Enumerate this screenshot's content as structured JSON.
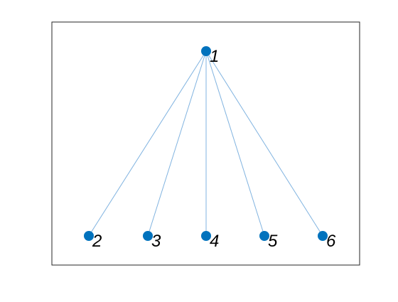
{
  "graph": {
    "nodes": [
      {
        "id": "1",
        "label": "1"
      },
      {
        "id": "2",
        "label": "2"
      },
      {
        "id": "3",
        "label": "3"
      },
      {
        "id": "4",
        "label": "4"
      },
      {
        "id": "5",
        "label": "5"
      },
      {
        "id": "6",
        "label": "6"
      }
    ],
    "edges": [
      {
        "from": "1",
        "to": "2"
      },
      {
        "from": "1",
        "to": "3"
      },
      {
        "from": "1",
        "to": "4"
      },
      {
        "from": "1",
        "to": "5"
      },
      {
        "from": "1",
        "to": "6"
      }
    ],
    "colors": {
      "node": "#0072bd",
      "edge": "#80b3e0",
      "label": "#000000",
      "axes": "#262626"
    }
  }
}
